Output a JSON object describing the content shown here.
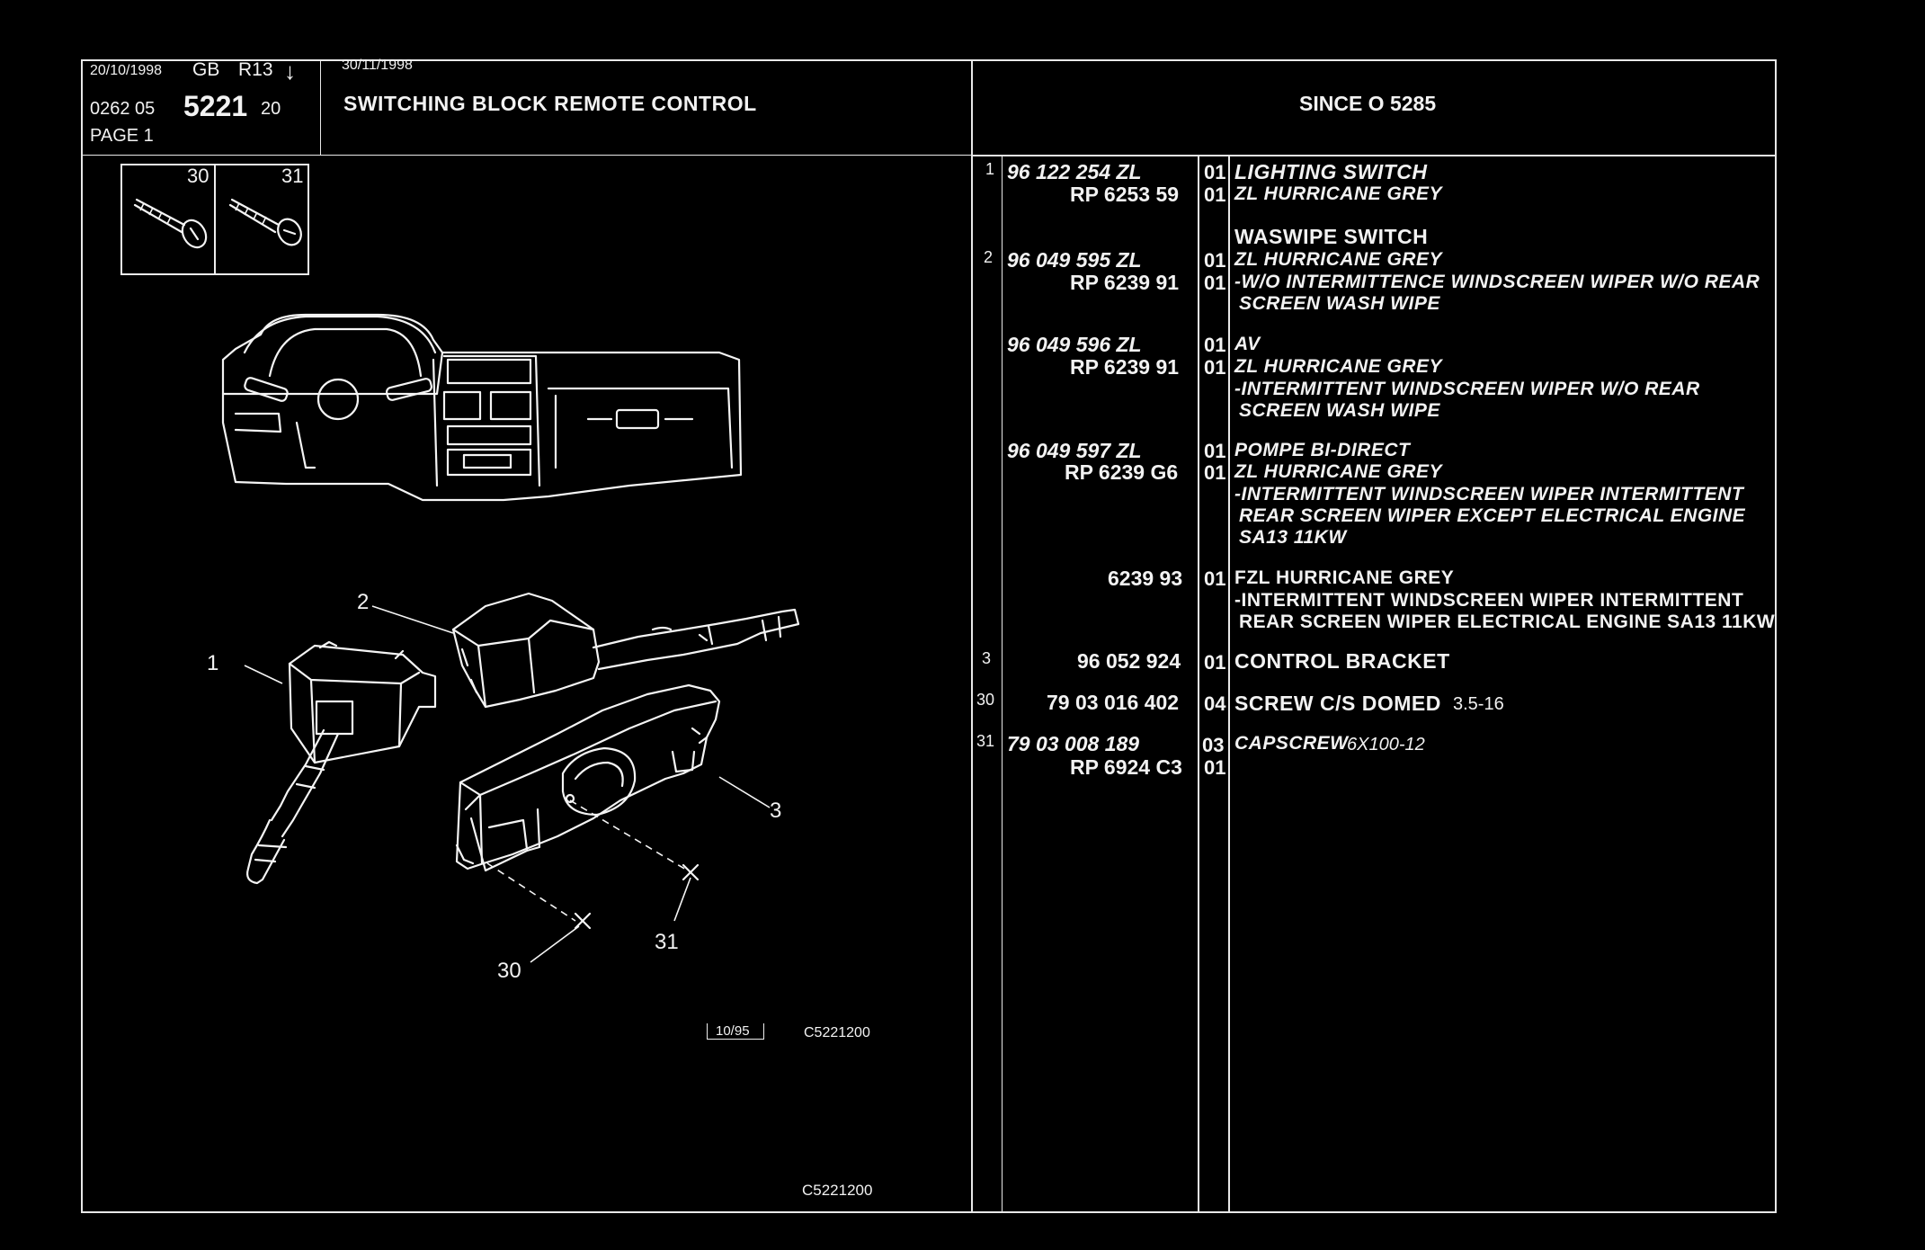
{
  "header": {
    "date1": "20/10/1998",
    "lang": "GB",
    "rev": "R13",
    "arrow": "↓",
    "ref_prefix": "0262  05",
    "ref_main": "5221",
    "ref_suffix": "20",
    "page": "PAGE  1",
    "date2": "30/11/1998",
    "title": "SWITCHING BLOCK REMOTE CONTROL",
    "since": "SINCE  O   5285"
  },
  "screws": {
    "label_30": "30",
    "label_31": "31"
  },
  "diagram": {
    "callouts": [
      "1",
      "2",
      "3",
      "30",
      "31",
      "30",
      "31"
    ],
    "stamp": "10/95",
    "code_inner": "C5221200",
    "code_bottom": "C5221200"
  },
  "parts": [
    {
      "idx": "1",
      "lines": [
        {
          "code": "96 122 254 ZL",
          "qty": "01",
          "desc": "LIGHTING SWITCH"
        },
        {
          "code": "RP  6253 59",
          "qty": "01",
          "desc": "ZL HURRICANE GREY"
        }
      ]
    },
    {
      "idx": "",
      "lines": [
        {
          "code": "",
          "qty": "",
          "desc": "WASWIPE SWITCH"
        }
      ]
    },
    {
      "idx": "2",
      "lines": [
        {
          "code": "96 049 595 ZL",
          "qty": "01",
          "desc": "ZL HURRICANE GREY"
        },
        {
          "code": "RP  6239 91",
          "qty": "01",
          "desc": "-W/O INTERMITTENCE WINDSCREEN WIPER W/O REAR"
        },
        {
          "code": "",
          "qty": "",
          "desc": " SCREEN WASH WIPE"
        }
      ]
    },
    {
      "idx": "",
      "lines": [
        {
          "code": "96 049 596 ZL",
          "qty": "01",
          "desc": "AV"
        },
        {
          "code": "RP  6239 91",
          "qty": "01",
          "desc": "ZL HURRICANE GREY"
        },
        {
          "code": "",
          "qty": "",
          "desc": "-INTERMITTENT WINDSCREEN WIPER W/O REAR"
        },
        {
          "code": "",
          "qty": "",
          "desc": " SCREEN WASH WIPE"
        }
      ]
    },
    {
      "idx": "",
      "lines": [
        {
          "code": "96 049 597 ZL",
          "qty": "01",
          "desc": "POMPE BI-DIRECT"
        },
        {
          "code": "RP  6239 G6",
          "qty": "01",
          "desc": "ZL HURRICANE GREY"
        },
        {
          "code": "",
          "qty": "",
          "desc": "-INTERMITTENT WINDSCREEN WIPER INTERMITTENT"
        },
        {
          "code": "",
          "qty": "",
          "desc": " REAR SCREEN WIPER EXCEPT ELECTRICAL ENGINE"
        },
        {
          "code": "",
          "qty": "",
          "desc": " SA13 11KW"
        }
      ]
    },
    {
      "idx": "",
      "lines": [
        {
          "code": "6239 93",
          "qty": "01",
          "desc": "FZL HURRICANE GREY"
        },
        {
          "code": "",
          "qty": "",
          "desc": "-INTERMITTENT WINDSCREEN WIPER INTERMITTENT"
        },
        {
          "code": "",
          "qty": "",
          "desc": " REAR SCREEN WIPER ELECTRICAL ENGINE SA13 11KW"
        }
      ]
    },
    {
      "idx": "3",
      "lines": [
        {
          "code": "96 052 924",
          "qty": "01",
          "desc": "CONTROL BRACKET"
        }
      ]
    },
    {
      "idx": "30",
      "lines": [
        {
          "code": "79 03 016 402",
          "qty": "04",
          "desc": "SCREW C/S DOMED",
          "extra": "3.5-16"
        }
      ]
    },
    {
      "idx": "31",
      "lines": [
        {
          "code": "79 03 008 189",
          "qty": "03",
          "desc": "CAPSCREW",
          "extra": "6X100-12"
        },
        {
          "code": "RP  6924 C3",
          "qty": "01",
          "desc": ""
        }
      ]
    }
  ]
}
